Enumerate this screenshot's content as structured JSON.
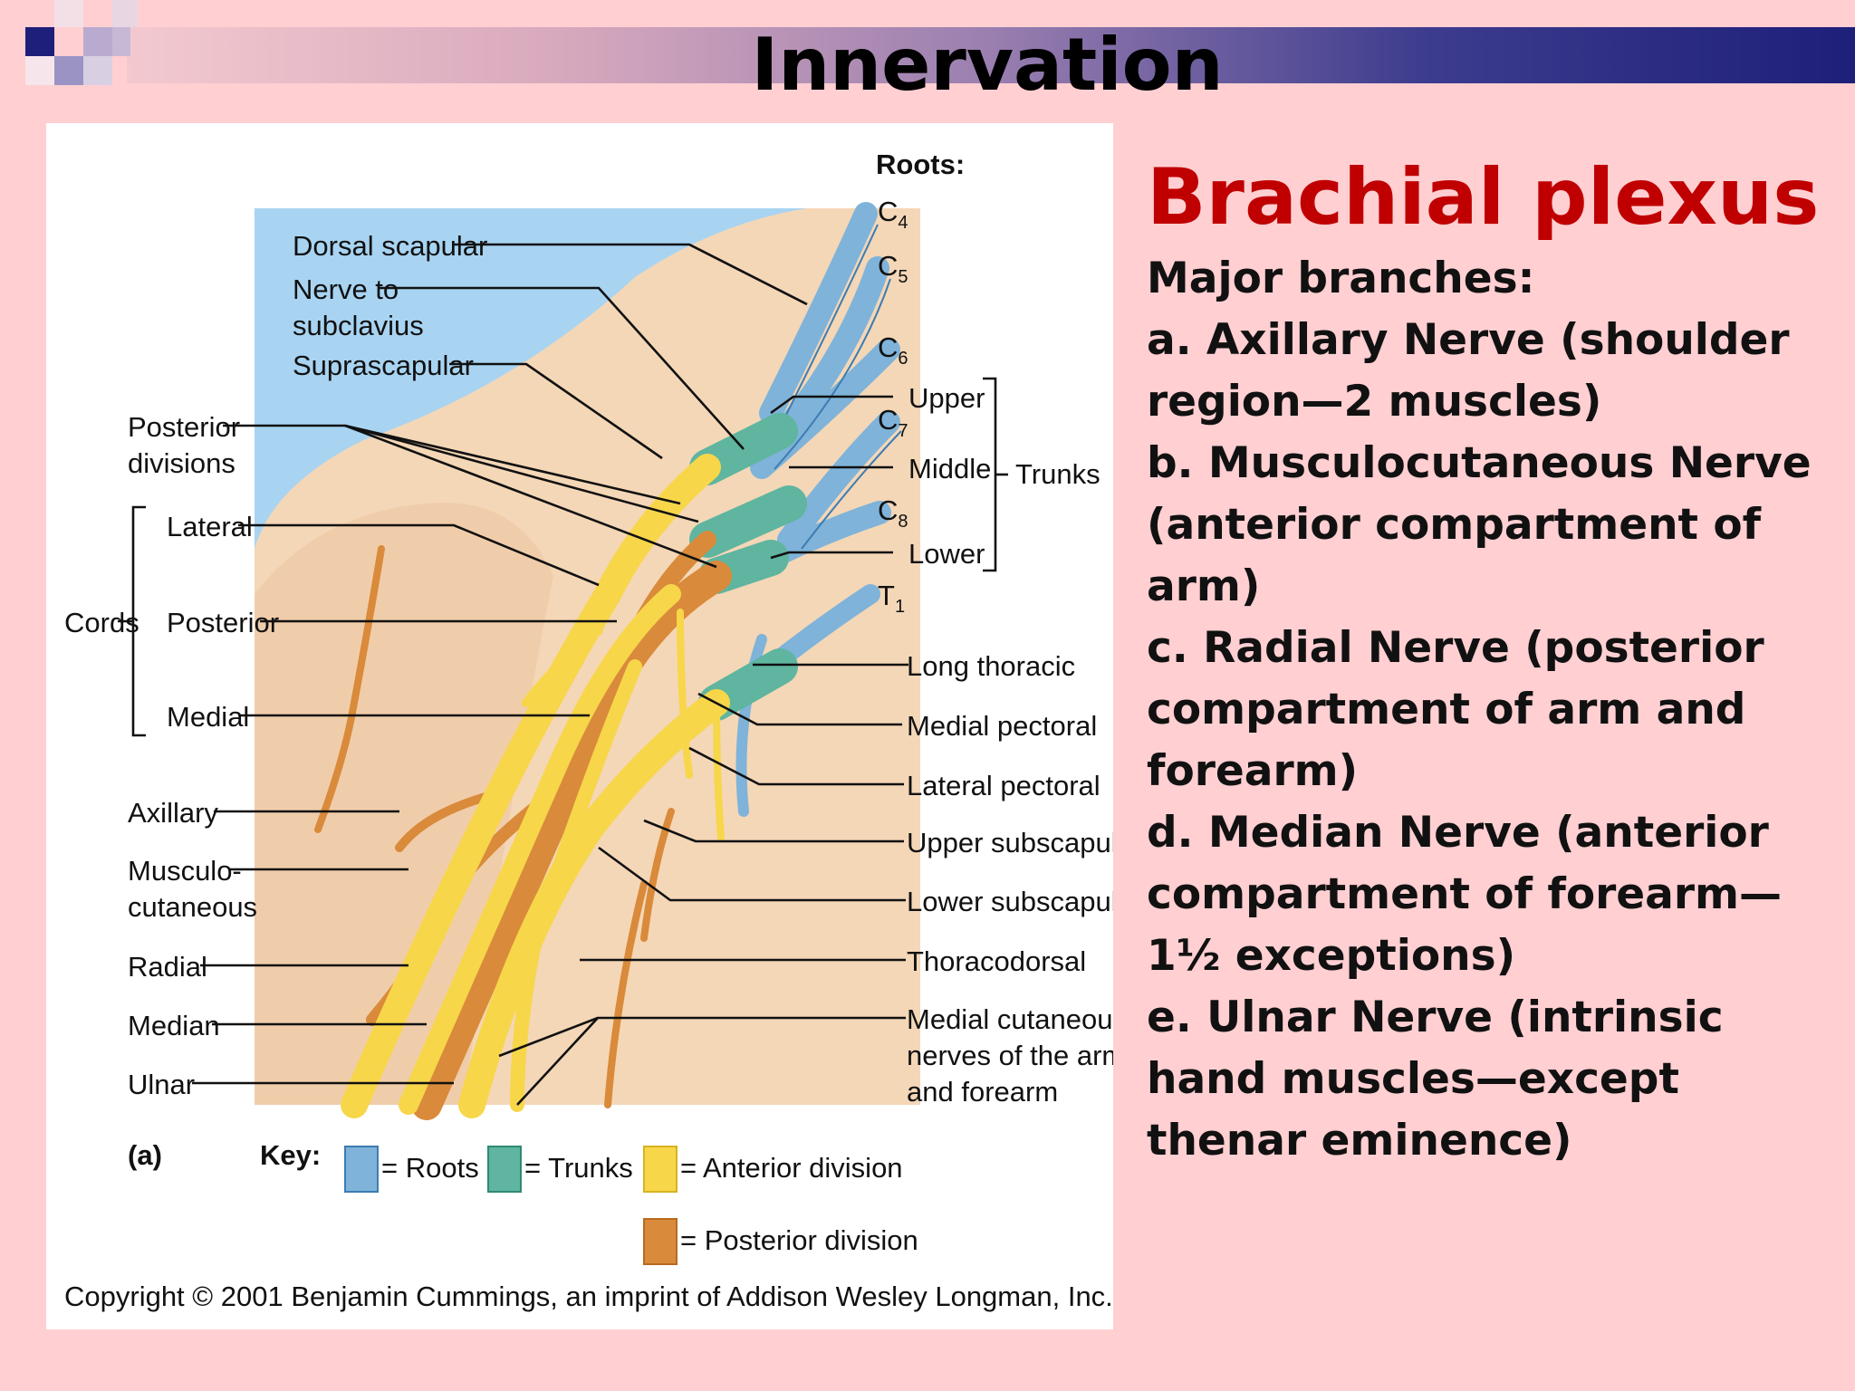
{
  "slide": {
    "title": "Innervation",
    "heading": "Brachial plexus",
    "subheading": "Major branches:",
    "branches": [
      "a. Axillary Nerve (shoulder region—2 muscles)",
      "b. Musculocutaneous Nerve (anterior compartment of arm)",
      "c. Radial Nerve (posterior compartment of arm and forearm)",
      "d. Median Nerve (anterior compartment of forearm— 1½ exceptions)",
      "e. Ulnar Nerve (intrinsic hand muscles—except thenar eminence)"
    ]
  },
  "colors": {
    "title_band_start": "#f3c9cf",
    "title_band_end": "#1e1f7a",
    "heading": "#c00000",
    "slide_bg": "#ffcfd2",
    "roots": "#7fb3d9",
    "trunks": "#5fb59f",
    "anterior_division": "#f7d64a",
    "posterior_division": "#d98a3a",
    "body_skin": "#f4d7b7",
    "figure_sky": "#a8d4f2"
  },
  "figure": {
    "roots_heading": "Roots:",
    "roots": [
      {
        "base": "C",
        "sub": "4"
      },
      {
        "base": "C",
        "sub": "5"
      },
      {
        "base": "C",
        "sub": "6"
      },
      {
        "base": "C",
        "sub": "7"
      },
      {
        "base": "C",
        "sub": "8"
      },
      {
        "base": "T",
        "sub": "1"
      }
    ],
    "trunks": [
      "Upper",
      "Middle",
      "Lower"
    ],
    "trunks_label": "Trunks",
    "top_nerves": [
      "Dorsal scapular",
      "Nerve to",
      "subclavius",
      "Suprascapular"
    ],
    "posterior_divisions": [
      "Posterior",
      "divisions"
    ],
    "cords_label": "Cords",
    "cords": [
      "Lateral",
      "Posterior",
      "Medial"
    ],
    "left_nerves": [
      "Axillary",
      "Musculo-",
      "cutaneous",
      "Radial",
      "Median",
      "Ulnar"
    ],
    "right_nerves": [
      "Long thoracic",
      "Medial pectoral",
      "Lateral pectoral",
      "Upper subscapular",
      "Lower subscapular",
      "Thoracodorsal",
      "Medial cutaneous",
      "nerves of the arm",
      "and forearm"
    ],
    "panel_label": "(a)",
    "key_label": "Key:",
    "key": [
      "= Roots",
      "= Trunks",
      "= Anterior division",
      "= Posterior division"
    ],
    "copyright": "Copyright © 2001 Benjamin Cummings, an imprint of Addison Wesley Longman, Inc."
  }
}
